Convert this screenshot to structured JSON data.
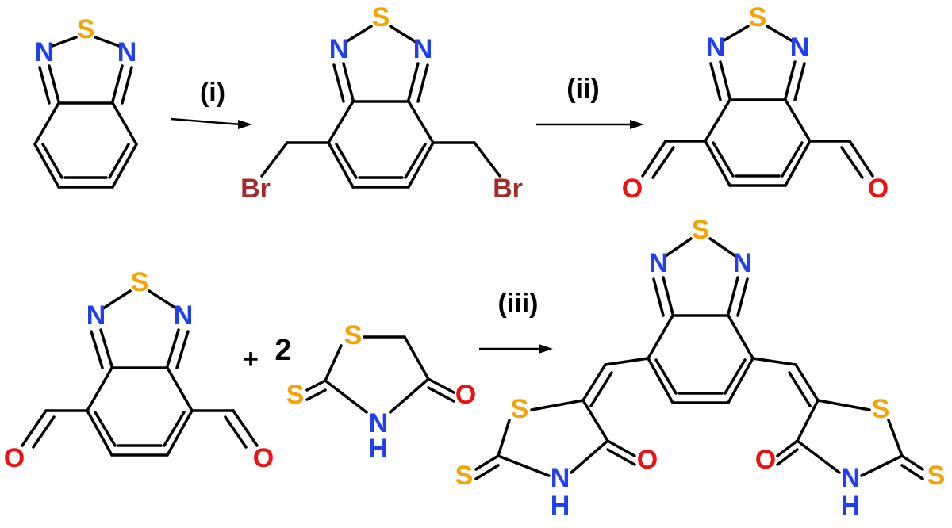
{
  "colors": {
    "bond": "#000000",
    "sulfur": "#f4a300",
    "nitrogen": "#1f3ff0",
    "oxygen": "#ee1111",
    "bromine": "#a52a2a",
    "text": "#000000"
  },
  "elements": {
    "S": "S",
    "N": "N",
    "H": "H",
    "O": "O",
    "Br": "Br"
  },
  "reactions": {
    "step1": "(i)",
    "step2": "(ii)",
    "step3": "(iii)"
  },
  "equation": {
    "plus": "+",
    "coefficient": "2"
  }
}
